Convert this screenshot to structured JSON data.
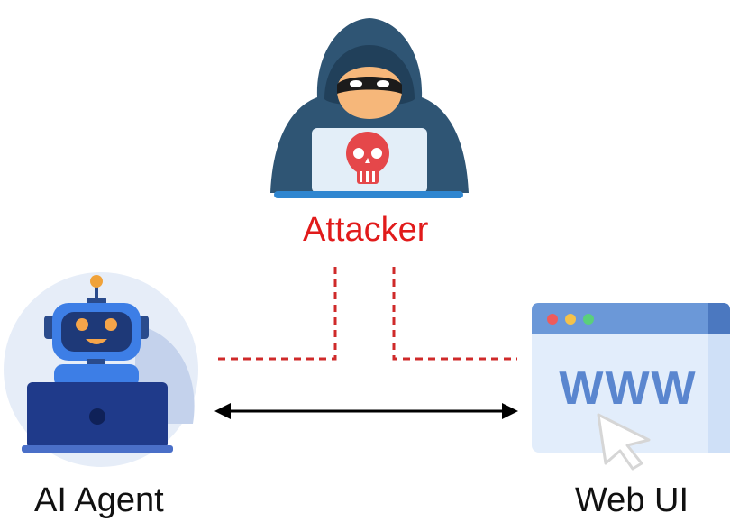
{
  "nodes": {
    "attacker": {
      "label": "Attacker",
      "label_color": "#e11b1b",
      "icon": "hacker-icon"
    },
    "agent": {
      "label": "AI Agent",
      "label_color": "#111111",
      "icon": "robot-laptop-icon"
    },
    "webui": {
      "label": "Web UI",
      "label_color": "#111111",
      "icon": "browser-www-icon"
    }
  },
  "colors": {
    "attack_line": "#cf2a2a",
    "interaction_arrow": "#000000",
    "hood": "#2f5574",
    "laptop_screen": "#e3eef8",
    "skull": "#e5474a",
    "robot_blue": "#3d7ee6",
    "laptop_navy": "#1f3a8a",
    "browser_frame": "#6b98d8",
    "browser_bg": "#e2edfb"
  },
  "browser": {
    "content_text": "WWW"
  }
}
